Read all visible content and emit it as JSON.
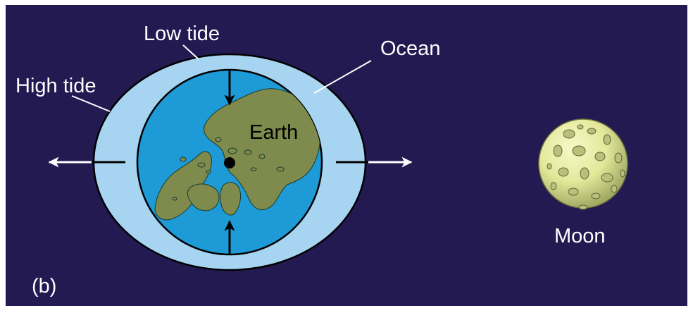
{
  "labels": {
    "low_tide": "Low tide",
    "high_tide": "High tide",
    "ocean": "Ocean",
    "earth": "Earth",
    "moon": "Moon",
    "panel": "(b)"
  },
  "colors": {
    "background": "#231a52",
    "ocean_bulge": "#a7d4f1",
    "earth_ocean": "#1e9ad6",
    "land": "#7e8b4c",
    "moon_light": "#f4f6b8",
    "moon_dark": "#9fa761",
    "label_text": "#ffffff",
    "earth_label_text": "#000000"
  },
  "icons": {
    "outward_arrows": "white-arrow-icon",
    "inward_arrows": "black-arrow-icon",
    "pole": "north-pole-dot-icon",
    "moon": "moon-icon"
  }
}
